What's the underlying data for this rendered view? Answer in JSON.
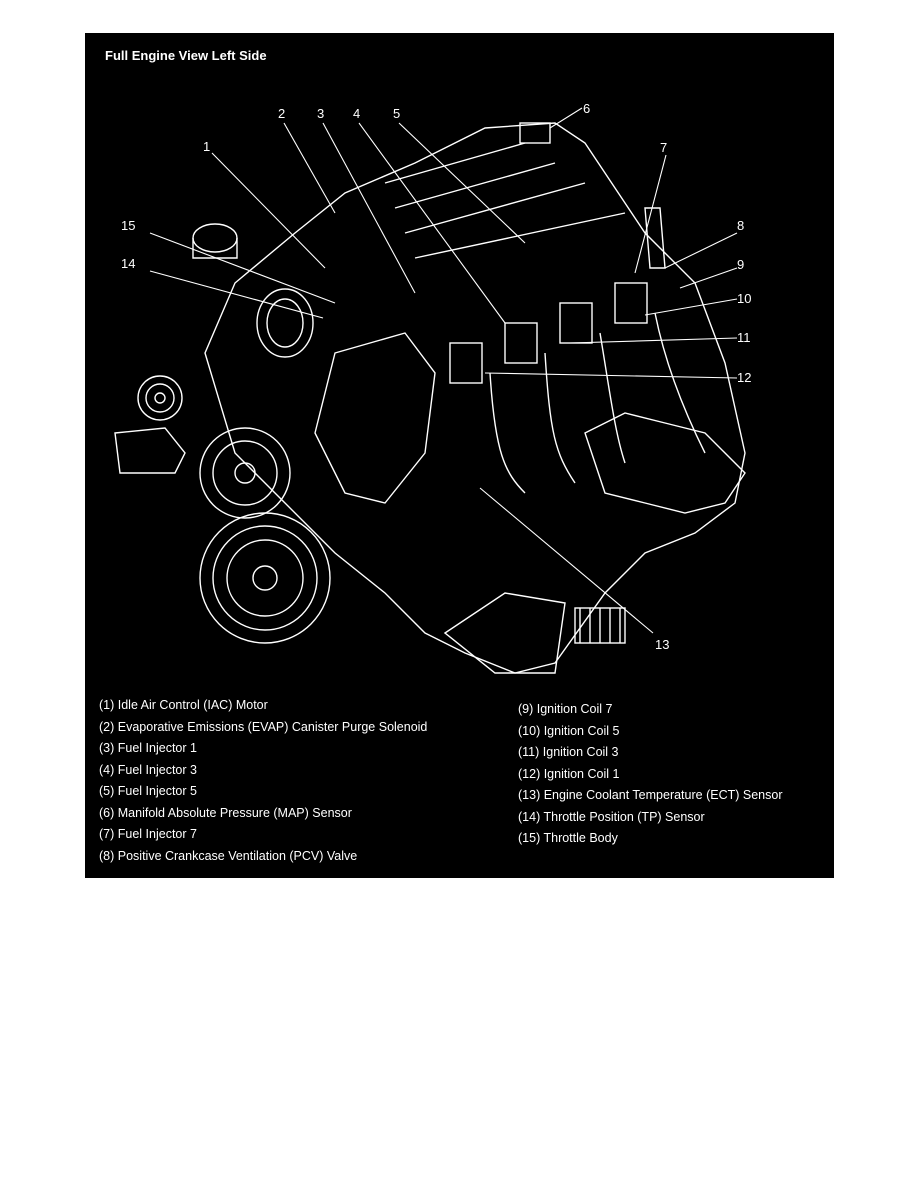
{
  "figure": {
    "title": "Full Engine View Left Side",
    "callouts": [
      "1",
      "2",
      "3",
      "4",
      "5",
      "6",
      "7",
      "8",
      "9",
      "10",
      "11",
      "12",
      "13",
      "14",
      "15"
    ],
    "legend_left": [
      "(1) Idle Air Control (IAC) Motor",
      "(2) Evaporative Emissions (EVAP) Canister Purge Solenoid",
      "(3) Fuel Injector 1",
      "(4) Fuel Injector 3",
      "(5) Fuel Injector 5",
      "(6) Manifold Absolute Pressure (MAP) Sensor",
      "(7) Fuel Injector 7",
      "(8) Positive Crankcase Ventilation (PCV) Valve"
    ],
    "legend_right": [
      "(9) Ignition Coil 7",
      "(10) Ignition Coil 5",
      "(11) Ignition Coil 3",
      "(12) Ignition Coil 1",
      "(13) Engine Coolant Temperature (ECT) Sensor",
      "(14) Throttle Position (TP) Sensor",
      "(15) Throttle Body"
    ]
  },
  "colors": {
    "background": "#000000",
    "foreground": "#ffffff",
    "page": "#ffffff"
  }
}
